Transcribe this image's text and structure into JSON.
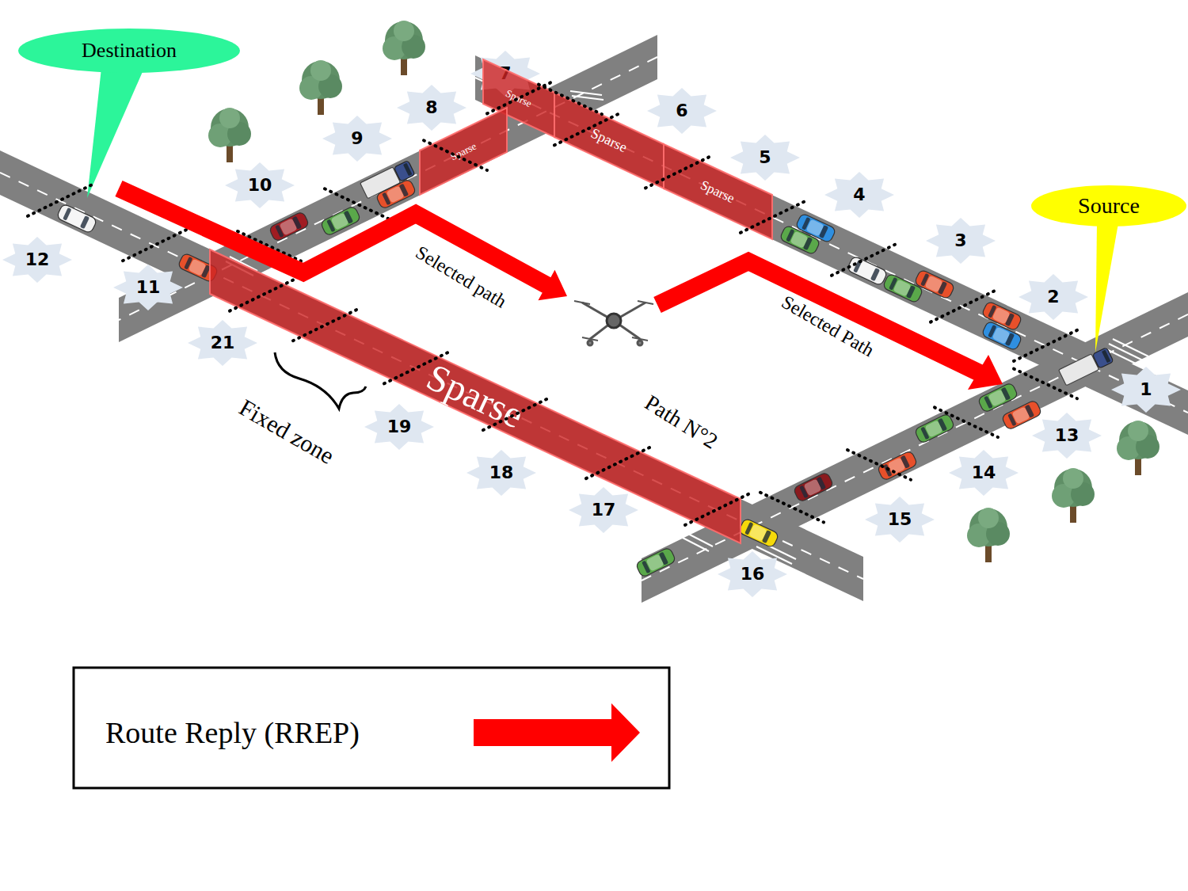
{
  "diagram": {
    "nodes": [
      {
        "text": [
          "Destination"
        ]
      },
      {
        "text": [
          "Source"
        ]
      },
      {
        "text": [
          "1"
        ]
      },
      {
        "text": [
          "2"
        ]
      },
      {
        "text": [
          "3"
        ]
      },
      {
        "text": [
          "4"
        ]
      },
      {
        "text": [
          "5"
        ]
      },
      {
        "text": [
          "6"
        ]
      },
      {
        "text": [
          "7"
        ]
      },
      {
        "text": [
          "8"
        ]
      },
      {
        "text": [
          "9"
        ]
      },
      {
        "text": [
          "10"
        ]
      },
      {
        "text": [
          "11"
        ]
      },
      {
        "text": [
          "12"
        ]
      },
      {
        "text": [
          "13"
        ]
      },
      {
        "text": [
          "14"
        ]
      },
      {
        "text": [
          "15"
        ]
      },
      {
        "text": [
          "16"
        ]
      },
      {
        "text": [
          "17"
        ]
      },
      {
        "text": [
          "18"
        ]
      },
      {
        "text": [
          "19"
        ]
      },
      {
        "text": [
          "21"
        ]
      },
      {
        "text": [
          "Sparse"
        ]
      },
      {
        "text": [
          "Sparse"
        ]
      },
      {
        "text": [
          "Sparse"
        ]
      },
      {
        "text": [
          "Sparse"
        ]
      },
      {
        "text": [
          "Sparse"
        ]
      }
    ],
    "labels": [
      "Selected path",
      "Selected Path",
      "Path N°2",
      "Fixed zone"
    ],
    "legend": [
      {
        "text": "Route Reply (RREP)"
      }
    ]
  }
}
